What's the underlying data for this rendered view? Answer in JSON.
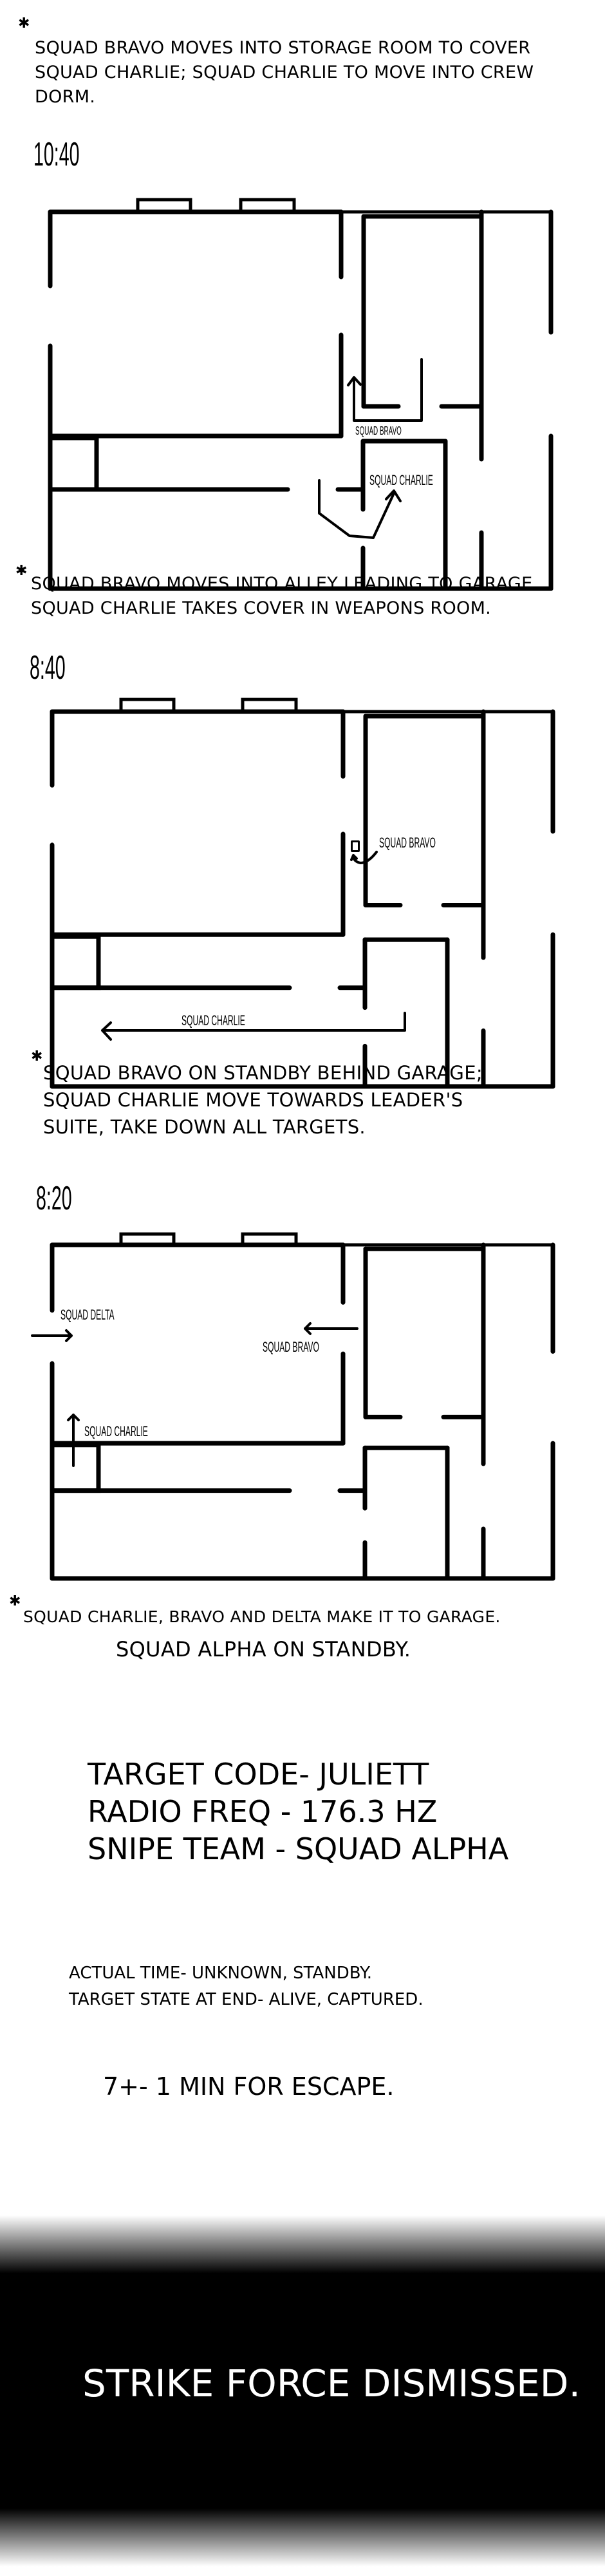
{
  "star_icon": "✱",
  "steps": [
    {
      "caption_lines": [
        "SQUAD BRAVO MOVES INTO STORAGE ROOM TO COVER",
        "SQUAD CHARLIE; SQUAD CHARLIE TO MOVE INTO CREW",
        "DORM."
      ],
      "time": "10:40",
      "labels": {
        "bravo": "SQUAD BRAVO",
        "charlie": "SQUAD CHARLIE"
      }
    },
    {
      "caption_lines": [
        "SQUAD BRAVO MOVES INTO ALLEY LEADING TO GARAGE.",
        "SQUAD CHARLIE TAKES COVER IN WEAPONS ROOM."
      ],
      "time": "8:40",
      "labels": {
        "bravo": "SQUAD BRAVO",
        "charlie": "SQUAD CHARLIE"
      }
    },
    {
      "caption_lines": [
        "SQUAD BRAVO ON STANDBY BEHIND GARAGE;",
        "SQUAD CHARLIE MOVE TOWARDS LEADER'S",
        "SUITE, TAKE DOWN ALL TARGETS."
      ],
      "time": "8:20",
      "labels": {
        "delta": "SQUAD DELTA",
        "bravo": "SQUAD BRAVO",
        "charlie": "SQUAD CHARLIE"
      }
    }
  ],
  "outcome": {
    "line1": "SQUAD CHARLIE, BRAVO AND DELTA MAKE IT TO GARAGE.",
    "line2": "SQUAD ALPHA ON STANDBY."
  },
  "summary": {
    "target_code": "TARGET CODE- JULIETT",
    "radio_freq": "RADIO FREQ - 176.3 HZ",
    "snipe_team": "SNIPE TEAM - SQUAD ALPHA"
  },
  "status": {
    "actual_time": "ACTUAL TIME- UNKNOWN, STANDBY.",
    "target_state": "TARGET STATE AT END- ALIVE, CAPTURED."
  },
  "escape": "7+- 1 MIN FOR ESCAPE.",
  "final": "STRIKE FORCE DISMISSED."
}
